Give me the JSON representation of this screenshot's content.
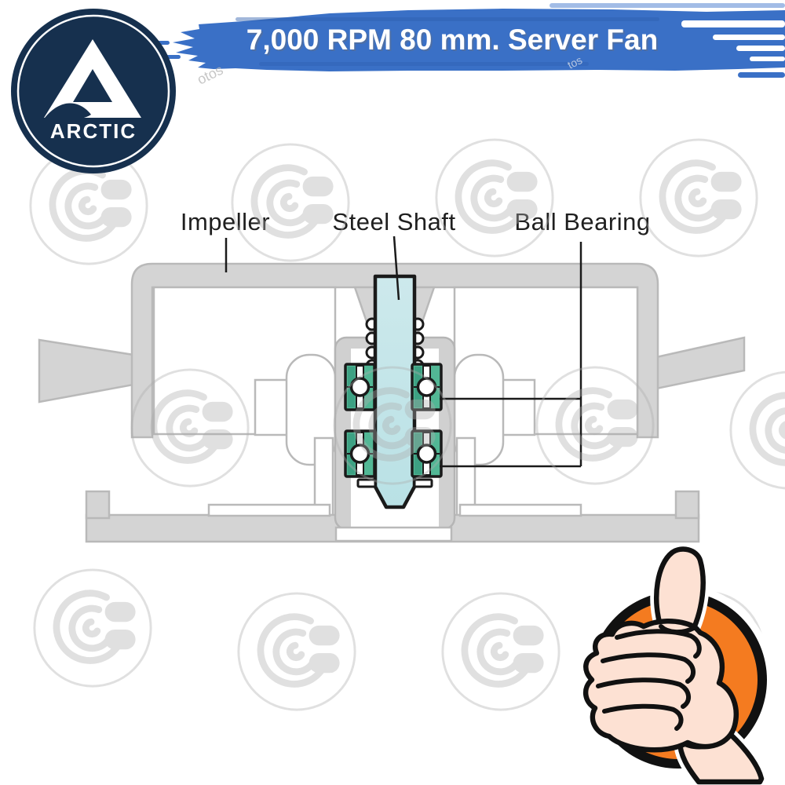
{
  "banner": {
    "title": "7,000 RPM 80 mm. Server Fan",
    "bg_color": "#3a70c6",
    "text_color": "#ffffff"
  },
  "logo": {
    "brand": "ARCTIC",
    "circle_color": "#16304e",
    "text_color": "#ffffff"
  },
  "diagram": {
    "labels": {
      "impeller": "Impeller",
      "steel_shaft": "Steel Shaft",
      "ball_bearing": "Ball Bearing"
    },
    "colors": {
      "shaft": "#c7e5e8",
      "bearing_green": "#52b795",
      "bearing_green_dark": "#3da183",
      "outline": "#1a1a1a",
      "frame_fill": "#d4d4d4",
      "frame_stroke": "#b9b9b9"
    }
  },
  "badge": {
    "type": "thumbs-up",
    "circle_color": "#f47b20",
    "ring_color": "#111111",
    "skin_color": "#fde1d3"
  },
  "watermark": {
    "glyph": "CB-monogram",
    "texts": {
      "left": "otos",
      "right": "tos"
    }
  }
}
